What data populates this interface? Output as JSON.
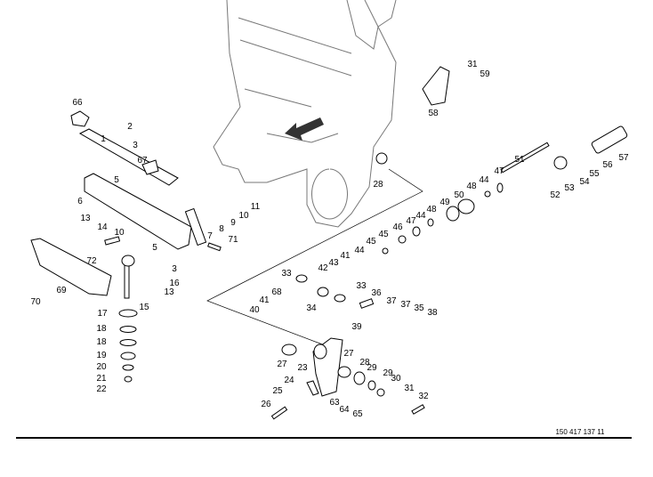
{
  "drawing_number": "150 417 137 11",
  "callouts": [
    "66",
    "2",
    "1",
    "3",
    "67",
    "5",
    "6",
    "11",
    "10",
    "9",
    "8",
    "7",
    "71",
    "13",
    "14",
    "10",
    "5",
    "72",
    "3",
    "16",
    "13",
    "15",
    "17",
    "18",
    "18",
    "19",
    "20",
    "21",
    "22",
    "69",
    "70",
    "31",
    "59",
    "58",
    "57",
    "56",
    "55",
    "54",
    "53",
    "52",
    "51",
    "47",
    "44",
    "48",
    "50",
    "49",
    "48",
    "44",
    "47",
    "46",
    "45",
    "45",
    "44",
    "41",
    "43",
    "42",
    "33",
    "33",
    "36",
    "37",
    "37",
    "35",
    "38",
    "39",
    "68",
    "41",
    "40",
    "34",
    "28",
    "27",
    "23",
    "27",
    "28",
    "29",
    "29",
    "30",
    "31",
    "32",
    "24",
    "25",
    "26",
    "63",
    "64",
    "65"
  ]
}
